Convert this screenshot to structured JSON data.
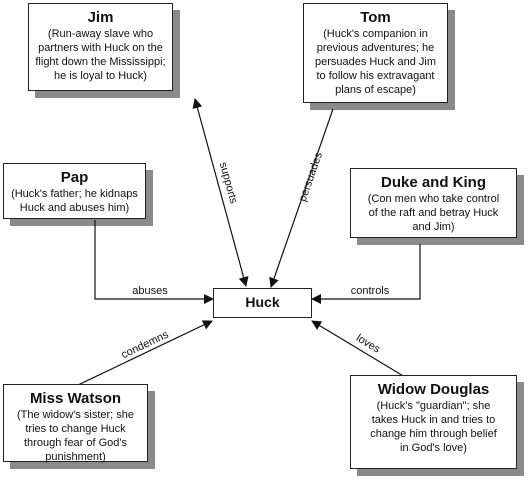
{
  "center": {
    "name": "Huck"
  },
  "characters": {
    "jim": {
      "name": "Jim",
      "description_lines": [
        "(Run-away slave who",
        "partners with Huck on the",
        "flight down the Mississippi;",
        "he is loyal to Huck)"
      ]
    },
    "tom": {
      "name": "Tom",
      "description_lines": [
        "(Huck's companion in",
        "previous adventures; he",
        "persuades Huck and Jim",
        "to follow his extravagant",
        "plans of escape)"
      ]
    },
    "pap": {
      "name": "Pap",
      "description_lines": [
        "(Huck's father; he kidnaps",
        "Huck and abuses him)"
      ]
    },
    "duke": {
      "name": "Duke and King",
      "description_lines": [
        "(Con men who take control",
        "of the raft and betray Huck",
        "and Jim)"
      ]
    },
    "watson": {
      "name": "Miss Watson",
      "description_lines": [
        "(The widow's sister; she",
        "tries to change Huck",
        "through fear of God's",
        "punishment)"
      ]
    },
    "widow": {
      "name": "Widow Douglas",
      "description_lines": [
        "(Huck's \"guardian\"; she",
        "takes Huck in and tries to",
        "change him through belief",
        "in God's love)"
      ]
    }
  },
  "relations": {
    "supports": "supports",
    "persuades": "persuades",
    "abuses": "abuses",
    "controls": "controls",
    "condemns": "condemns",
    "loves": "loves"
  }
}
